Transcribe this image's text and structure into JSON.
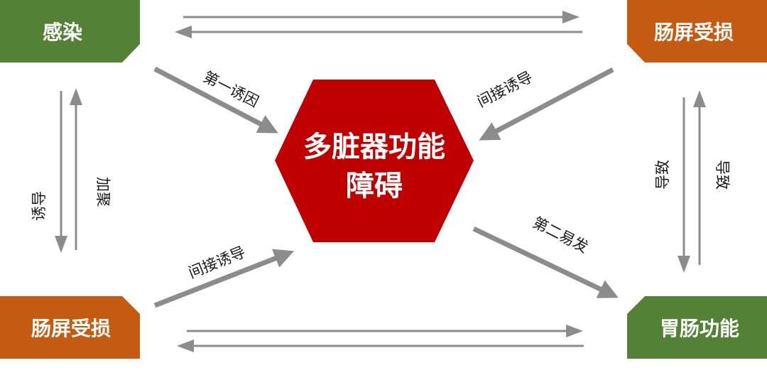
{
  "colors": {
    "green": "#538135",
    "orange": "#C55A11",
    "red": "#C00000",
    "arrow": "#8C8C8C"
  },
  "nodes": {
    "top_left": "感染",
    "top_right": "肠屏受损",
    "bottom_left": "肠屏受损",
    "bottom_right": "胃肠功能",
    "center_line1": "多脏器功能",
    "center_line2": "障碍"
  },
  "labels": {
    "first_trigger": "第一诱因",
    "indirect_top": "间接诱导",
    "indirect_bottom": "间接诱导",
    "second_attack": "第二易发",
    "left_induce": "诱导",
    "left_aggravate": "加聚",
    "right_cause_a": "导致",
    "right_cause_b": "导致"
  }
}
